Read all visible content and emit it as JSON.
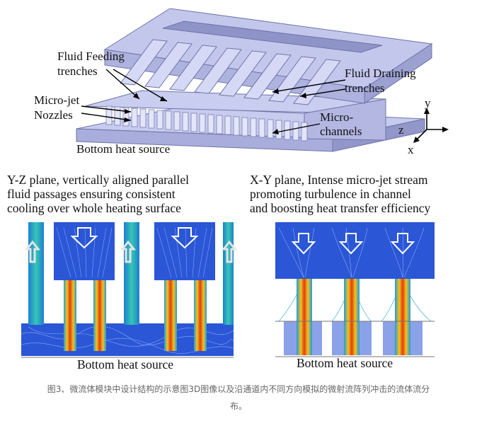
{
  "top_figure": {
    "labels": {
      "feeding_line1": "Fluid Feeding",
      "feeding_line2": "trenches",
      "draining_line1": "Fluid Draining",
      "draining_line2": "trenches",
      "microjet_line1": "Micro-jet",
      "microjet_line2": "Nozzles",
      "microchannels_line1": "Micro-",
      "microchannels_line2": "channels",
      "bottom_heat": "Bottom heat source"
    },
    "axes": {
      "y": "y",
      "z": "z",
      "x": "x"
    }
  },
  "left_panel": {
    "heading_line1": "Y-Z plane, vertically aligned parallel",
    "heading_line2": "fluid passages ensuring consistent",
    "heading_line3": "cooling over whole heating surface",
    "bottom_label": "Bottom heat source"
  },
  "right_panel": {
    "heading_line1": "X-Y plane, Intense micro-jet stream",
    "heading_line2": "promoting turbulence in channel",
    "heading_line3": "and boosting heat transfer efficiency",
    "bottom_label": "Bottom heat source"
  },
  "caption": {
    "line1": "图3、微流体模块中设计结构的示意图3D图像以及沿通道内不同方向模拟的微射流阵列冲击的流体流分",
    "line2": "布。"
  },
  "colors": {
    "device": "#b9bde6",
    "device_dark": "#8f94c8",
    "flow_blue": "#2a4fd1",
    "flow_hot": "#e53b12"
  }
}
